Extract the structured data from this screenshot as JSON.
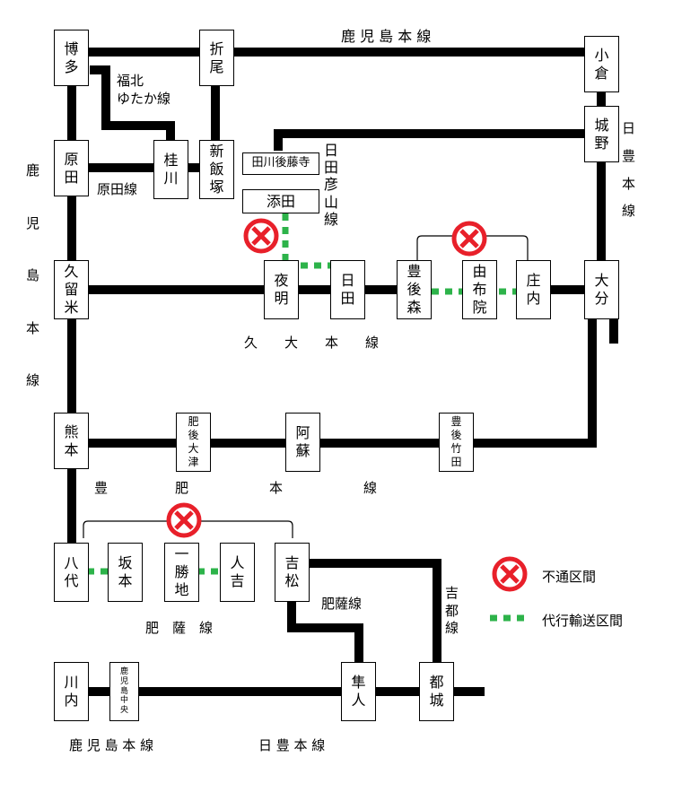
{
  "stations": {
    "hakata": "博\n多",
    "orio": "折\n尾",
    "kokura": "小\n倉",
    "jono": "城\n野",
    "harada": "原\n田",
    "keisen": "桂\n川",
    "shiniizuka": "新\n飯\n塚",
    "tagawagotoji": "田川後藤寺",
    "soeda": "添田",
    "kurume": "久\n留\n米",
    "yoake": "夜\n明",
    "hita": "日\n田",
    "bungomori": "豊\n後\n森",
    "yufuin": "由\n布\n院",
    "shonai": "庄\n内",
    "oita": "大\n分",
    "kumamoto": "熊\n本",
    "higoozu": "肥\n後\n大\n津",
    "aso": "阿\n蘇",
    "bungotaketa": "豊\n後\n竹\n田",
    "yatsushiro": "八\n代",
    "sakamoto": "坂\n本",
    "isshochi": "一\n勝\n地",
    "hitoyoshi": "人\n吉",
    "yoshimatsu": "吉\n松",
    "sendai": "川\n内",
    "kagoshimachuo": "鹿\n児\n島\n中\n央",
    "hayato": "隼\n人",
    "miyakonojo": "都\n城"
  },
  "line_labels": {
    "kagoshima_top": "鹿 児 島 本 線",
    "fukuhoku": "福北\nゆたか線",
    "harada_line": "原田線",
    "hitahikosan": "日\n田\n彦\n山\n線",
    "nippo_right": "日\n豊\n本\n線",
    "kagoshima_left": "鹿\n\n児\n\n島\n\n本\n\n線",
    "kyudai": "久　　大　　本　　線",
    "hohi": "豊　　　　　肥　　　　　　本　　　　　　線",
    "hisatsu": "肥　薩　線",
    "hisatsu_orange": "肥薩線",
    "kitto": "吉\n都\n線",
    "kagoshima_bottom": "鹿 児 島 本 線",
    "nippo_bottom": "日 豊 本 線"
  },
  "legend": {
    "closed": "不通区間",
    "bus": "代行輸送区間"
  },
  "colors": {
    "line": "#000000",
    "closed": "#e8202a",
    "bus": "#2db34a"
  }
}
